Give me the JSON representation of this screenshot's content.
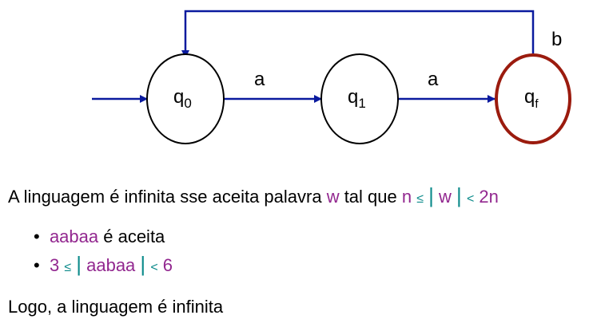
{
  "diagram": {
    "states": [
      {
        "id": "q0",
        "label": "q",
        "sub": "0",
        "accepting": false,
        "initial": true
      },
      {
        "id": "q1",
        "label": "q",
        "sub": "1",
        "accepting": false,
        "initial": false
      },
      {
        "id": "qf",
        "label": "q",
        "sub": "f",
        "accepting": true,
        "initial": false
      }
    ],
    "transitions": [
      {
        "from": "q0",
        "to": "q1",
        "label": "a"
      },
      {
        "from": "q1",
        "to": "qf",
        "label": "a"
      },
      {
        "from": "qf",
        "to": "q0",
        "label": "b"
      }
    ],
    "colors": {
      "edge": "#0a1a9e",
      "accept": "#9b1b0e"
    }
  },
  "text": {
    "statement_prefix": "A linguagem é infinita sse aceita palavra ",
    "statement_w": "w",
    "statement_mid": " tal que ",
    "statement_n": "n",
    "le": "≤",
    "bar": "|",
    "statement_w2": "w",
    "lt": "<",
    "statement_2n": "2n",
    "bullet1_word": "aabaa",
    "bullet1_rest": " é aceita",
    "bullet2_lo": "3",
    "bullet2_word": "aabaa",
    "bullet2_hi": "6",
    "conclusion": "Logo, a linguagem é infinita"
  }
}
